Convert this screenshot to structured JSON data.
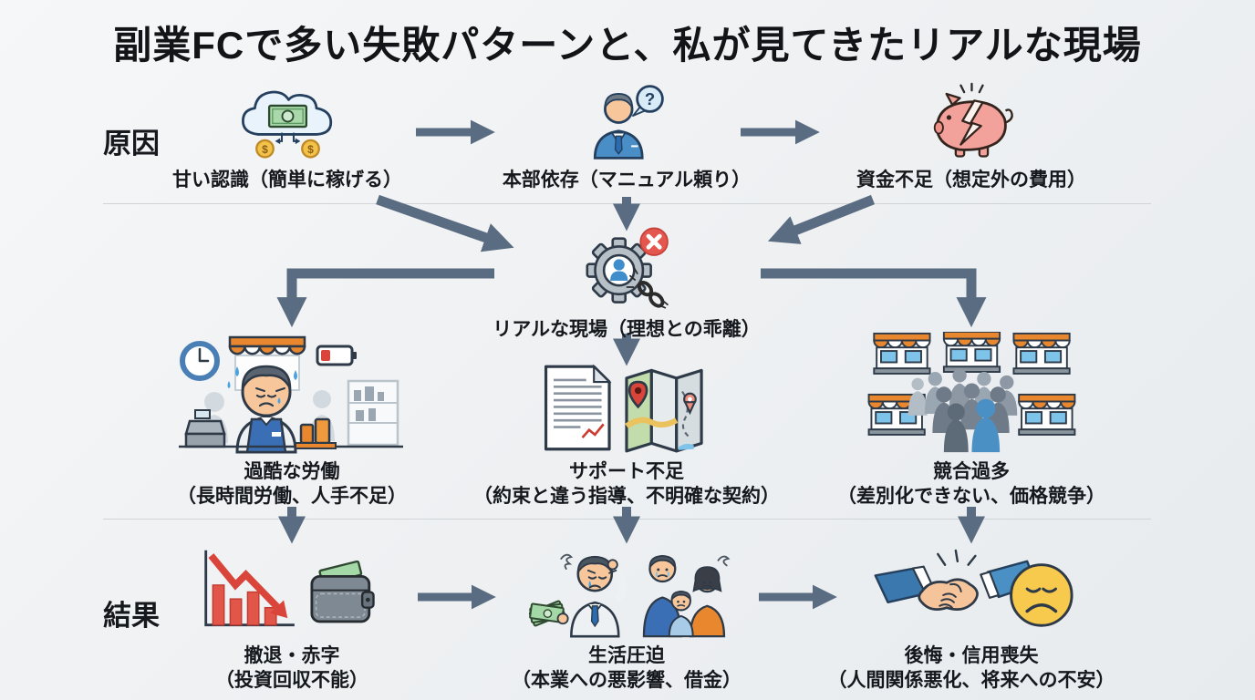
{
  "title": "副業FCで多い失敗パターンと、私が見てきたリアルな現場",
  "row_labels": {
    "cause": "原因",
    "result": "結果"
  },
  "causes": [
    {
      "label": "甘い認識（簡単に稼げる）",
      "icon": "money-cloud-icon"
    },
    {
      "label": "本部依存（マニュアル頼り）",
      "icon": "person-question-icon"
    },
    {
      "label": "資金不足（想定外の費用）",
      "icon": "broken-piggy-bank-icon"
    }
  ],
  "center": {
    "label": "リアルな現場（理想との乖離）",
    "icon": "gear-mismatch-broken-chain-icon"
  },
  "problems": [
    {
      "label": "過酷な労働",
      "sublabel": "（長時間労働、人手不足）",
      "icon": "overworked-shopkeeper-icon"
    },
    {
      "label": "サポート不足",
      "sublabel": "（約束と違う指導、不明確な契約）",
      "icon": "document-map-icon"
    },
    {
      "label": "競合過多",
      "sublabel": "（差別化できない、価格競争）",
      "icon": "crowded-storefronts-icon"
    }
  ],
  "results": [
    {
      "label": "撤退・赤字",
      "sublabel": "（投資回収不能）",
      "icon": "declining-chart-wallet-icon"
    },
    {
      "label": "生活圧迫",
      "sublabel": "（本業への悪影響、借金）",
      "icon": "stressed-family-icon"
    },
    {
      "label": "後悔・信用喪失",
      "sublabel": "（人間関係悪化、将来への不安）",
      "icon": "handshake-sad-face-icon"
    }
  ],
  "colors": {
    "arrow": "#5a6c81",
    "outline": "#2e3a48",
    "accent_orange": "#e8872e",
    "accent_red": "#d9453a",
    "accent_blue": "#4a90c4",
    "accent_green": "#a5d8a7",
    "accent_yellow": "#f7ca4d",
    "skin": "#f7c69b"
  }
}
